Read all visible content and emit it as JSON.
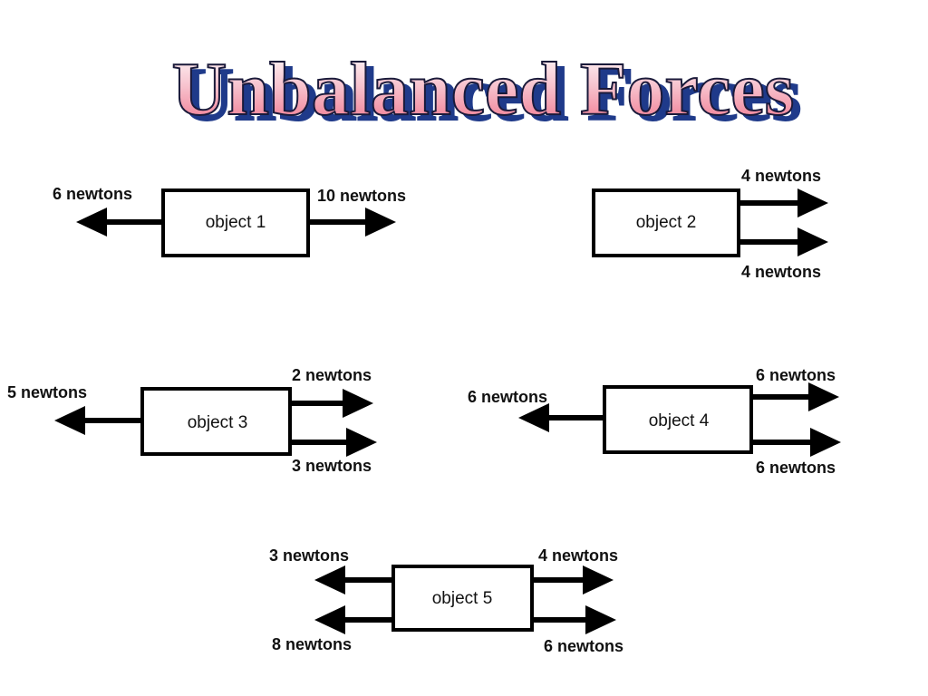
{
  "title": "Unbalanced Forces",
  "colors": {
    "title_top": "#ffffff",
    "title_mid": "#f7c4cf",
    "title_bottom": "#ef6f88",
    "title_shadow": "#1f3a8a",
    "title_outline": "#1a1a3a",
    "ink": "#000000"
  },
  "objects": [
    {
      "label": "object 1",
      "forces": [
        {
          "label": "6 newtons",
          "direction": "left"
        },
        {
          "label": "10 newtons",
          "direction": "right"
        }
      ]
    },
    {
      "label": "object 2",
      "forces": [
        {
          "label": "4 newtons",
          "direction": "right"
        },
        {
          "label": "4 newtons",
          "direction": "right"
        }
      ]
    },
    {
      "label": "object 3",
      "forces": [
        {
          "label": "5 newtons",
          "direction": "left"
        },
        {
          "label": "2 newtons",
          "direction": "right"
        },
        {
          "label": "3 newtons",
          "direction": "right"
        }
      ]
    },
    {
      "label": "object 4",
      "forces": [
        {
          "label": "6 newtons",
          "direction": "left"
        },
        {
          "label": "6 newtons",
          "direction": "right"
        },
        {
          "label": "6 newtons",
          "direction": "right"
        }
      ]
    },
    {
      "label": "object 5",
      "forces": [
        {
          "label": "3 newtons",
          "direction": "left"
        },
        {
          "label": "8 newtons",
          "direction": "left"
        },
        {
          "label": "4 newtons",
          "direction": "right"
        },
        {
          "label": "6 newtons",
          "direction": "right"
        }
      ]
    }
  ]
}
